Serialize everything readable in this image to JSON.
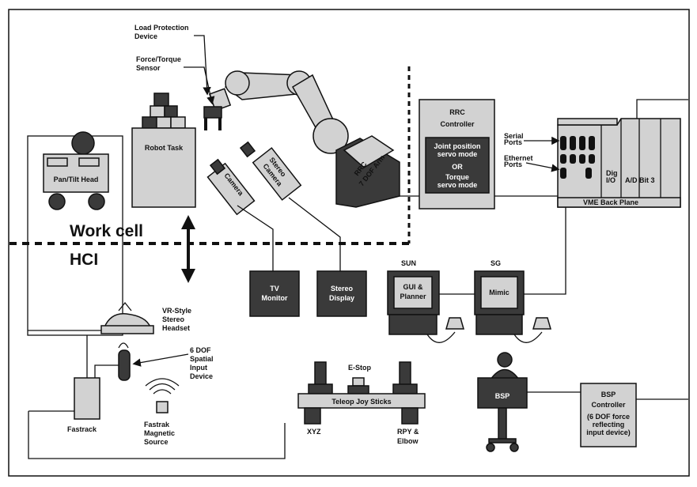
{
  "labels": {
    "load_protection": [
      "Load Protection",
      "Device"
    ],
    "force_torque": [
      "Force/Torque",
      "Sensor"
    ],
    "robot_task": "Robot Task",
    "pan_tilt_head": "Pan/Tilt Head",
    "camera": "Camera",
    "stereo_camera": [
      "Stereo",
      "Camera"
    ],
    "rrc_arm": [
      "RRC",
      "7 DOF Arm"
    ],
    "rrc_controller_title": "RRC",
    "rrc_controller_sub": "Controller",
    "joint_mode": [
      "Joint position",
      "servo mode"
    ],
    "or_word": "OR",
    "torque_mode": [
      "Torque",
      "servo mode"
    ],
    "serial_ports": [
      "Serial",
      "Ports"
    ],
    "ethernet_ports": [
      "Ethernet",
      "Ports"
    ],
    "dig_io": [
      "Dig",
      "I/O"
    ],
    "ad_bit3": "A/D Bit 3",
    "vme_backplane": "VME Back Plane",
    "work_cell": "Work cell",
    "hci": "HCI",
    "sun": "SUN",
    "sg": "SG",
    "tv_monitor": [
      "TV",
      "Monitor"
    ],
    "stereo_display": [
      "Stereo",
      "Display"
    ],
    "gui_planner": [
      "GUI &",
      "Planner"
    ],
    "mimic": "Mimic",
    "vr_headset": [
      "VR-Style",
      "Stereo",
      "Headset"
    ],
    "spatial_input": [
      "6 DOF",
      "Spatial",
      "Input",
      "Device"
    ],
    "estop": "E-Stop",
    "teleop": "Teleop Joy Sticks",
    "xyz": "XYZ",
    "rpy_elbow": [
      "RPY &",
      "Elbow"
    ],
    "fastrack": "Fastrack",
    "fastrak_source": [
      "Fastrak",
      "Magnetic",
      "Source"
    ],
    "bsp": "BSP",
    "bsp_controller_title": "BSP",
    "bsp_controller_sub": "Controller",
    "bsp_controller_desc": [
      "(6 DOF force",
      "reflecting",
      "input device)"
    ]
  }
}
